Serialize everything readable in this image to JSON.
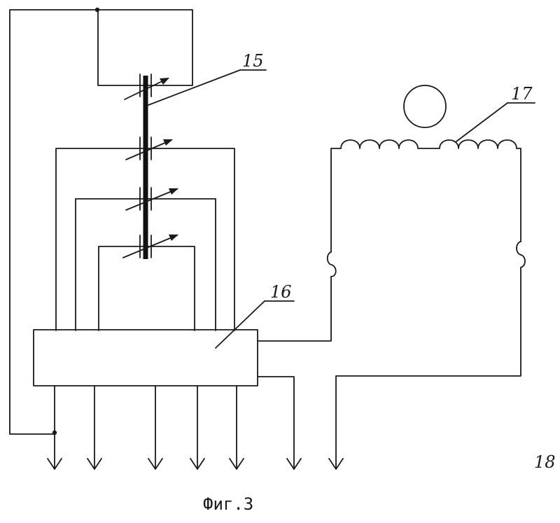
{
  "labels": {
    "ref_15": "15",
    "ref_16": "16",
    "ref_17": "17",
    "ref_18": "18"
  },
  "caption": "Фиг.3"
}
